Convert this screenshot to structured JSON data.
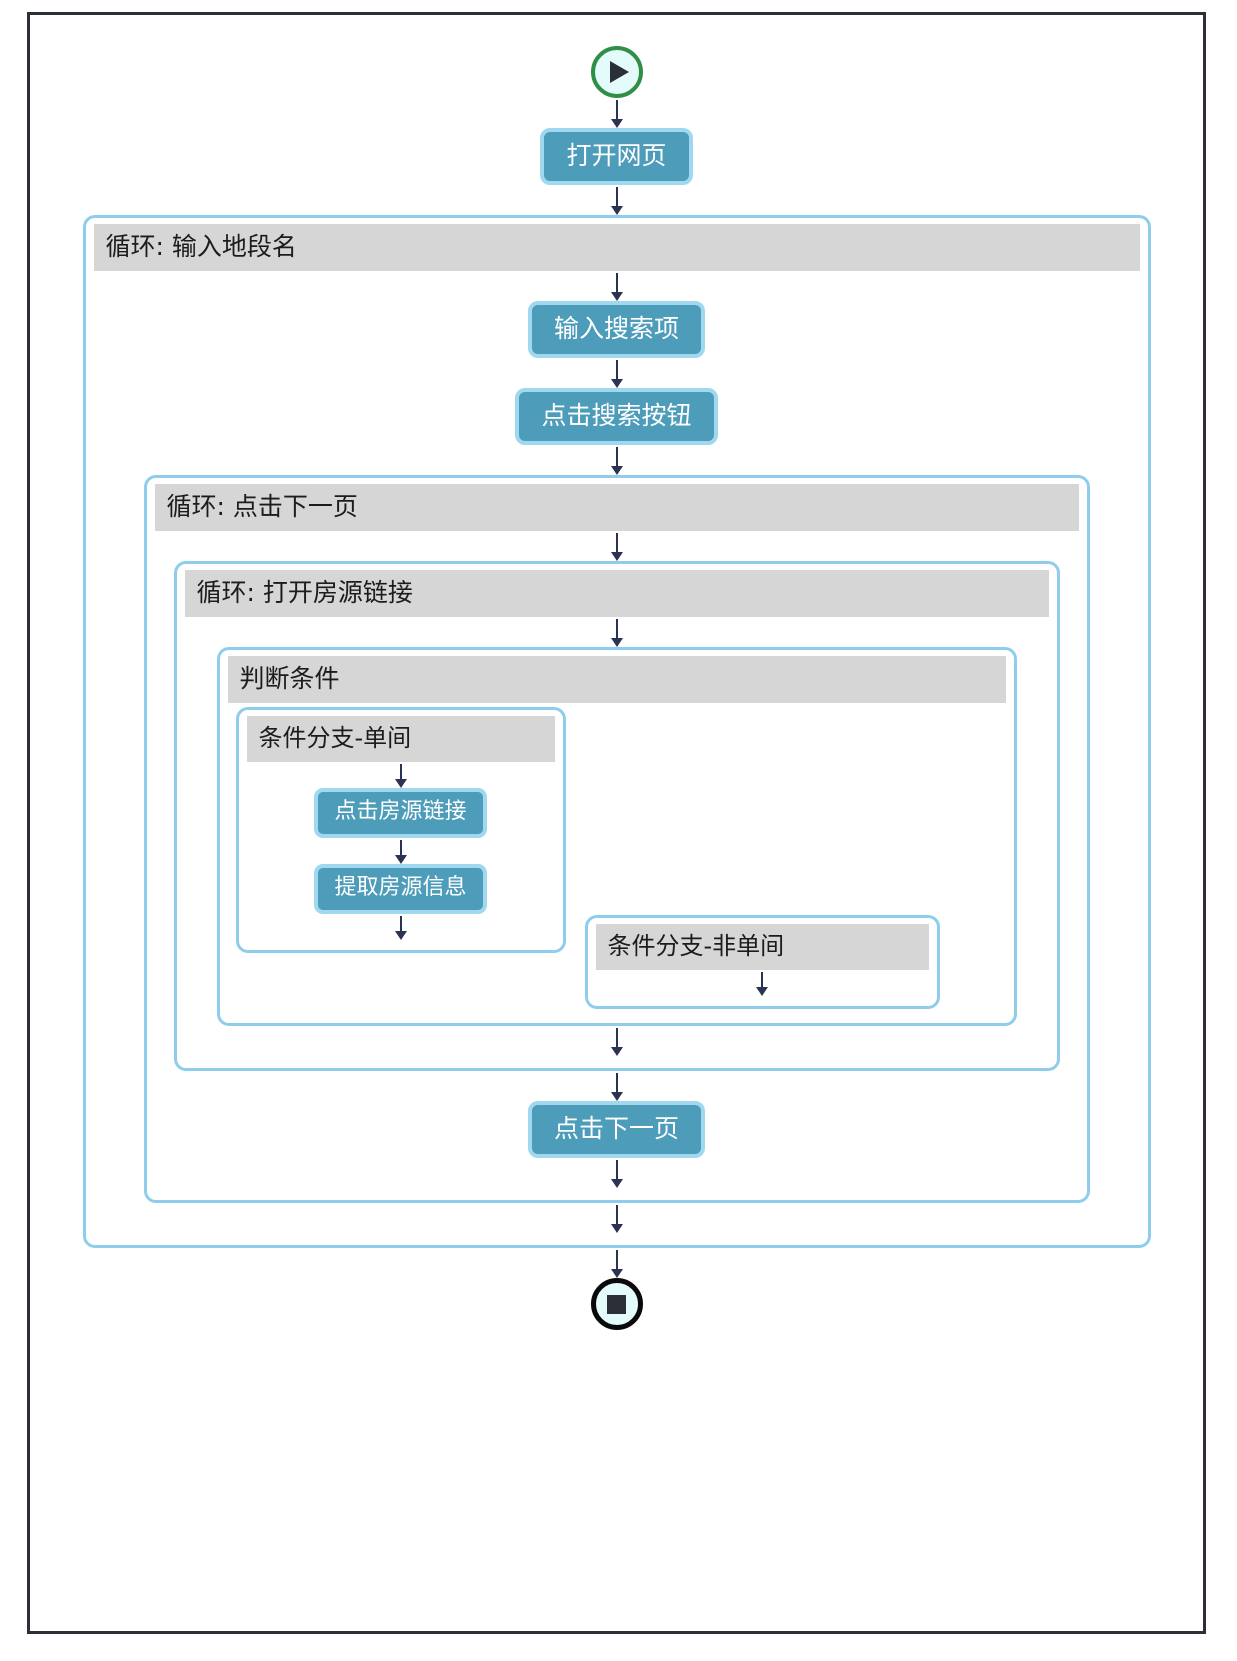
{
  "diagram": {
    "type": "rpa-workflow-flowchart",
    "title": "",
    "colors": {
      "frame_border": "#2b3038",
      "node_fill": "#4d9cba",
      "node_border": "#9fd8ef",
      "node_text": "#ffffff",
      "container_border": "#8ecdeb",
      "container_header_fill": "#d6d6d6",
      "start_ring": "#2f8f46",
      "end_ring": "#0a0a0a",
      "terminator_fill": "#e3fbfb",
      "arrow": "#2b3352"
    },
    "start": {
      "icon": "play-circle-icon",
      "label": ""
    },
    "end": {
      "icon": "stop-circle-icon",
      "label": ""
    },
    "nodes": {
      "open_page": "打开网页",
      "input_search_term": "输入搜索项",
      "click_search_button": "点击搜索按钮",
      "click_listing_link": "点击房源链接",
      "extract_listing_info": "提取房源信息",
      "click_next_page": "点击下一页"
    },
    "containers": {
      "loop_district": "循环: 输入地段名",
      "loop_next_page": "循环: 点击下一页",
      "loop_open_listing": "循环: 打开房源链接",
      "condition": "判断条件",
      "branch_single_room": "条件分支-单间",
      "branch_non_single_room": "条件分支-非单间"
    }
  }
}
